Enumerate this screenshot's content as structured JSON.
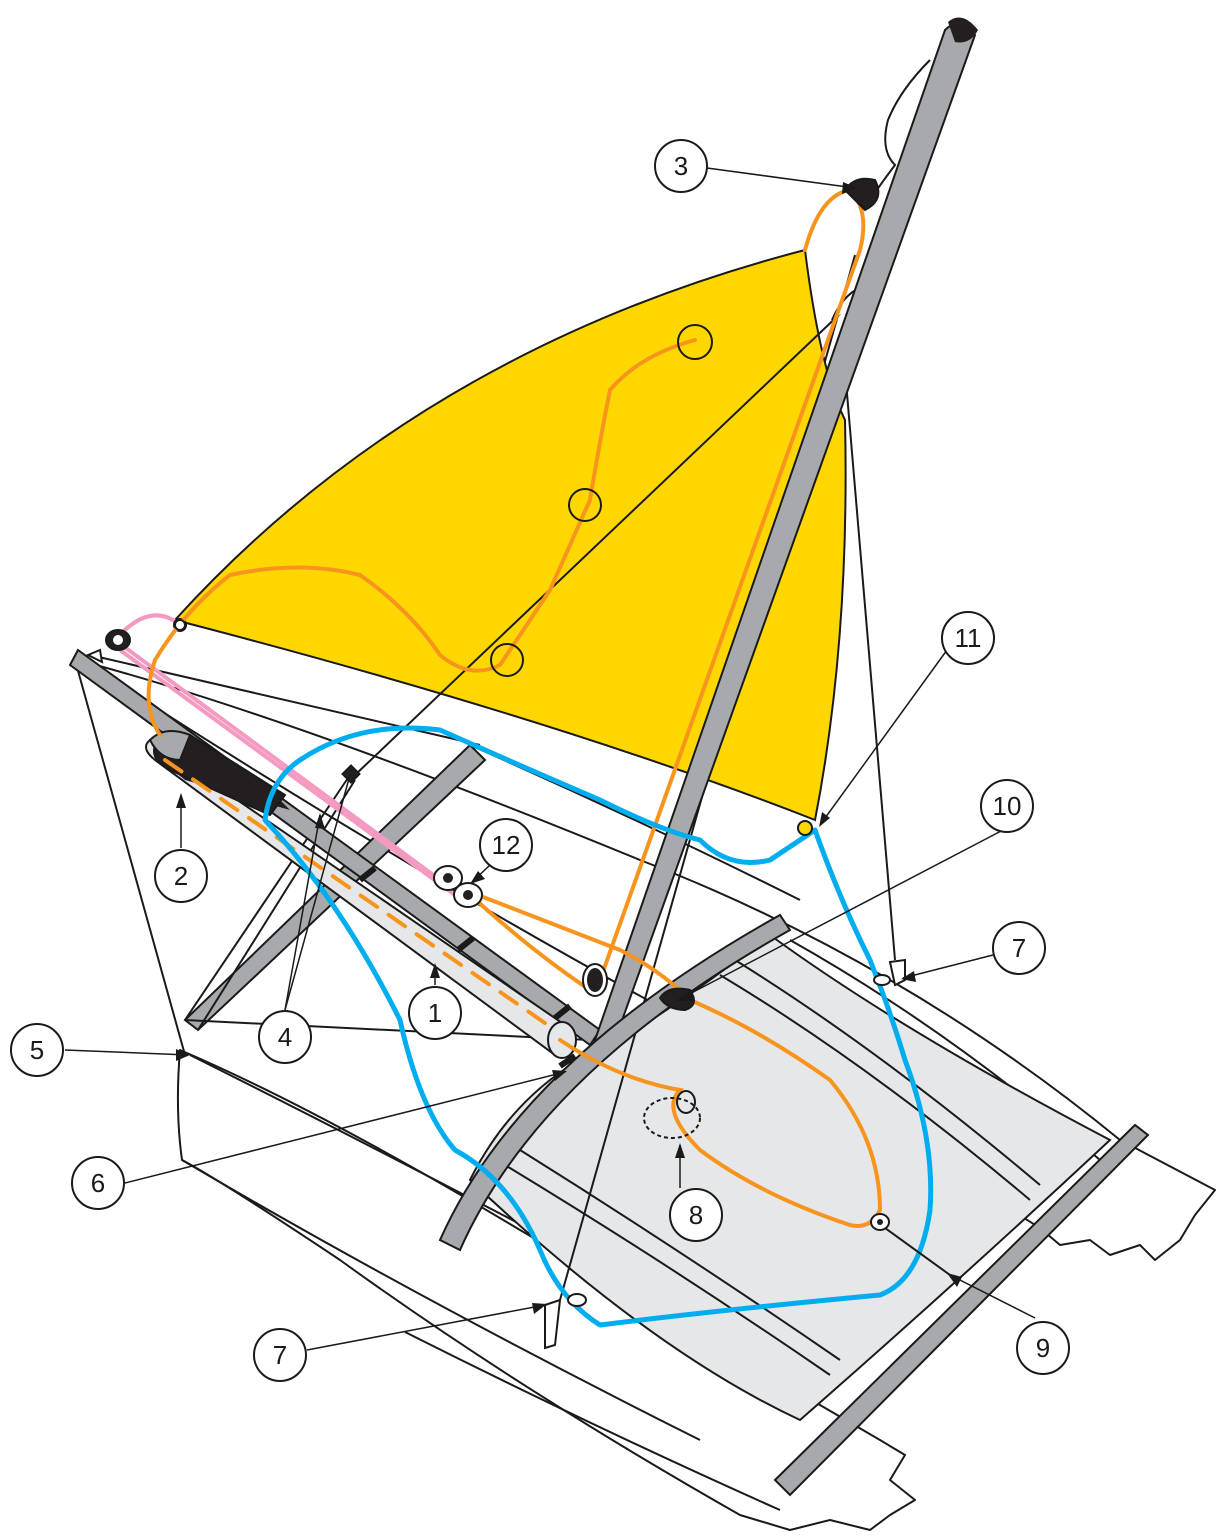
{
  "diagram": {
    "colors": {
      "sail": "#FFD700",
      "orange_line": "#F7941D",
      "blue_line": "#00AEEF",
      "pink_line": "#F49AC1",
      "spar": "#A7A9AC",
      "trampoline": "#E6E7E8",
      "furler_tube": "#E6E7E8",
      "ink": "#1a1a1a"
    },
    "callouts": [
      {
        "id": "c1",
        "label": "1"
      },
      {
        "id": "c2",
        "label": "2"
      },
      {
        "id": "c3",
        "label": "3"
      },
      {
        "id": "c4",
        "label": "4"
      },
      {
        "id": "c5",
        "label": "5"
      },
      {
        "id": "c6",
        "label": "6"
      },
      {
        "id": "c7a",
        "label": "7"
      },
      {
        "id": "c7b",
        "label": "7"
      },
      {
        "id": "c8",
        "label": "8"
      },
      {
        "id": "c9",
        "label": "9"
      },
      {
        "id": "c10",
        "label": "10"
      },
      {
        "id": "c11",
        "label": "11"
      },
      {
        "id": "c12",
        "label": "12"
      }
    ]
  }
}
